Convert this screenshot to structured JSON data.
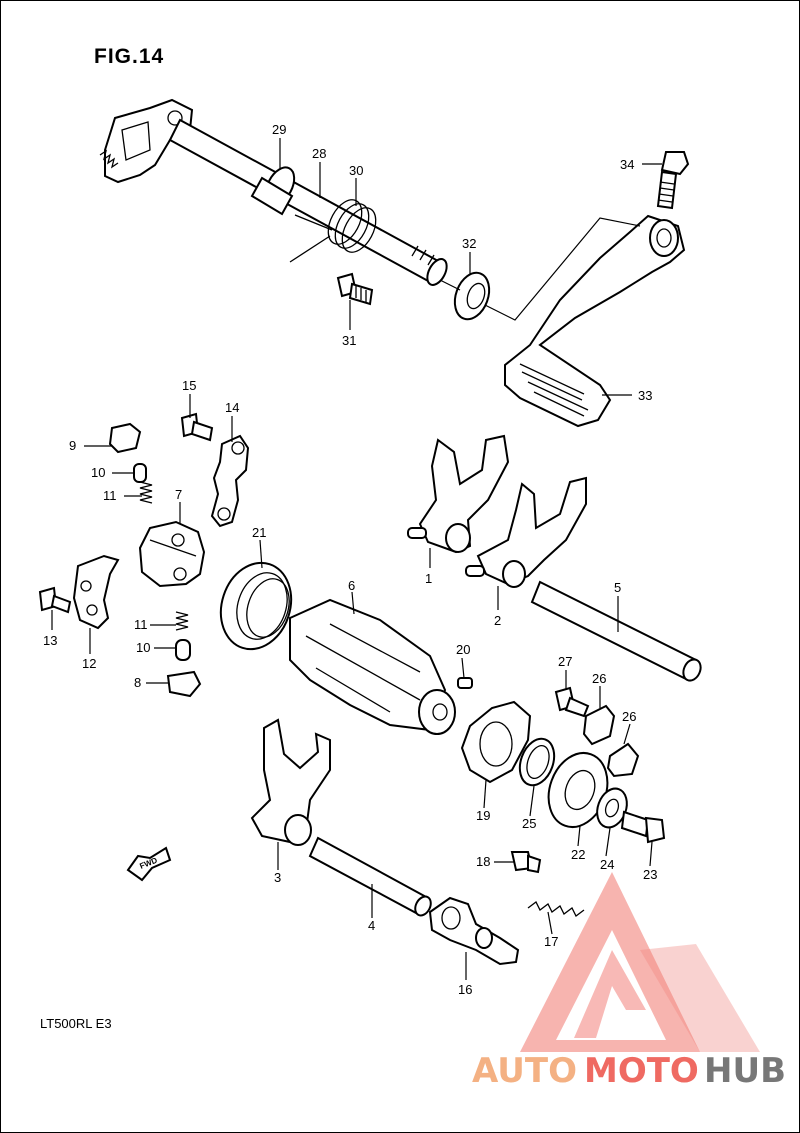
{
  "figure": {
    "title": "FIG.14",
    "model": "LT500RL  E3"
  },
  "direction": {
    "label": "FWD"
  },
  "watermark": {
    "text_a": "AUTO",
    "text_b": "MOTO",
    "text_c": "HUB",
    "color_accent": "#f4b183",
    "color_red": "#ef6a62",
    "color_gray": "#777777"
  },
  "callouts": [
    {
      "id": "c29",
      "text": "29"
    },
    {
      "id": "c28",
      "text": "28"
    },
    {
      "id": "c30",
      "text": "30"
    },
    {
      "id": "c34",
      "text": "34"
    },
    {
      "id": "c32",
      "text": "32"
    },
    {
      "id": "c31",
      "text": "31"
    },
    {
      "id": "c33",
      "text": "33"
    },
    {
      "id": "c15",
      "text": "15"
    },
    {
      "id": "c14",
      "text": "14"
    },
    {
      "id": "c9",
      "text": "9"
    },
    {
      "id": "c10a",
      "text": "10"
    },
    {
      "id": "c11a",
      "text": "11"
    },
    {
      "id": "c7",
      "text": "7"
    },
    {
      "id": "c21",
      "text": "21"
    },
    {
      "id": "c13",
      "text": "13"
    },
    {
      "id": "c12",
      "text": "12"
    },
    {
      "id": "c11b",
      "text": "11"
    },
    {
      "id": "c10b",
      "text": "10"
    },
    {
      "id": "c8",
      "text": "8"
    },
    {
      "id": "c6",
      "text": "6"
    },
    {
      "id": "c1",
      "text": "1"
    },
    {
      "id": "c2",
      "text": "2"
    },
    {
      "id": "c5",
      "text": "5"
    },
    {
      "id": "c20",
      "text": "20"
    },
    {
      "id": "c27",
      "text": "27"
    },
    {
      "id": "c26a",
      "text": "26"
    },
    {
      "id": "c26b",
      "text": "26"
    },
    {
      "id": "c19",
      "text": "19"
    },
    {
      "id": "c25",
      "text": "25"
    },
    {
      "id": "c22",
      "text": "22"
    },
    {
      "id": "c24",
      "text": "24"
    },
    {
      "id": "c23",
      "text": "23"
    },
    {
      "id": "c3",
      "text": "3"
    },
    {
      "id": "c18",
      "text": "18"
    },
    {
      "id": "c4",
      "text": "4"
    },
    {
      "id": "c17",
      "text": "17"
    },
    {
      "id": "c16",
      "text": "16"
    }
  ]
}
